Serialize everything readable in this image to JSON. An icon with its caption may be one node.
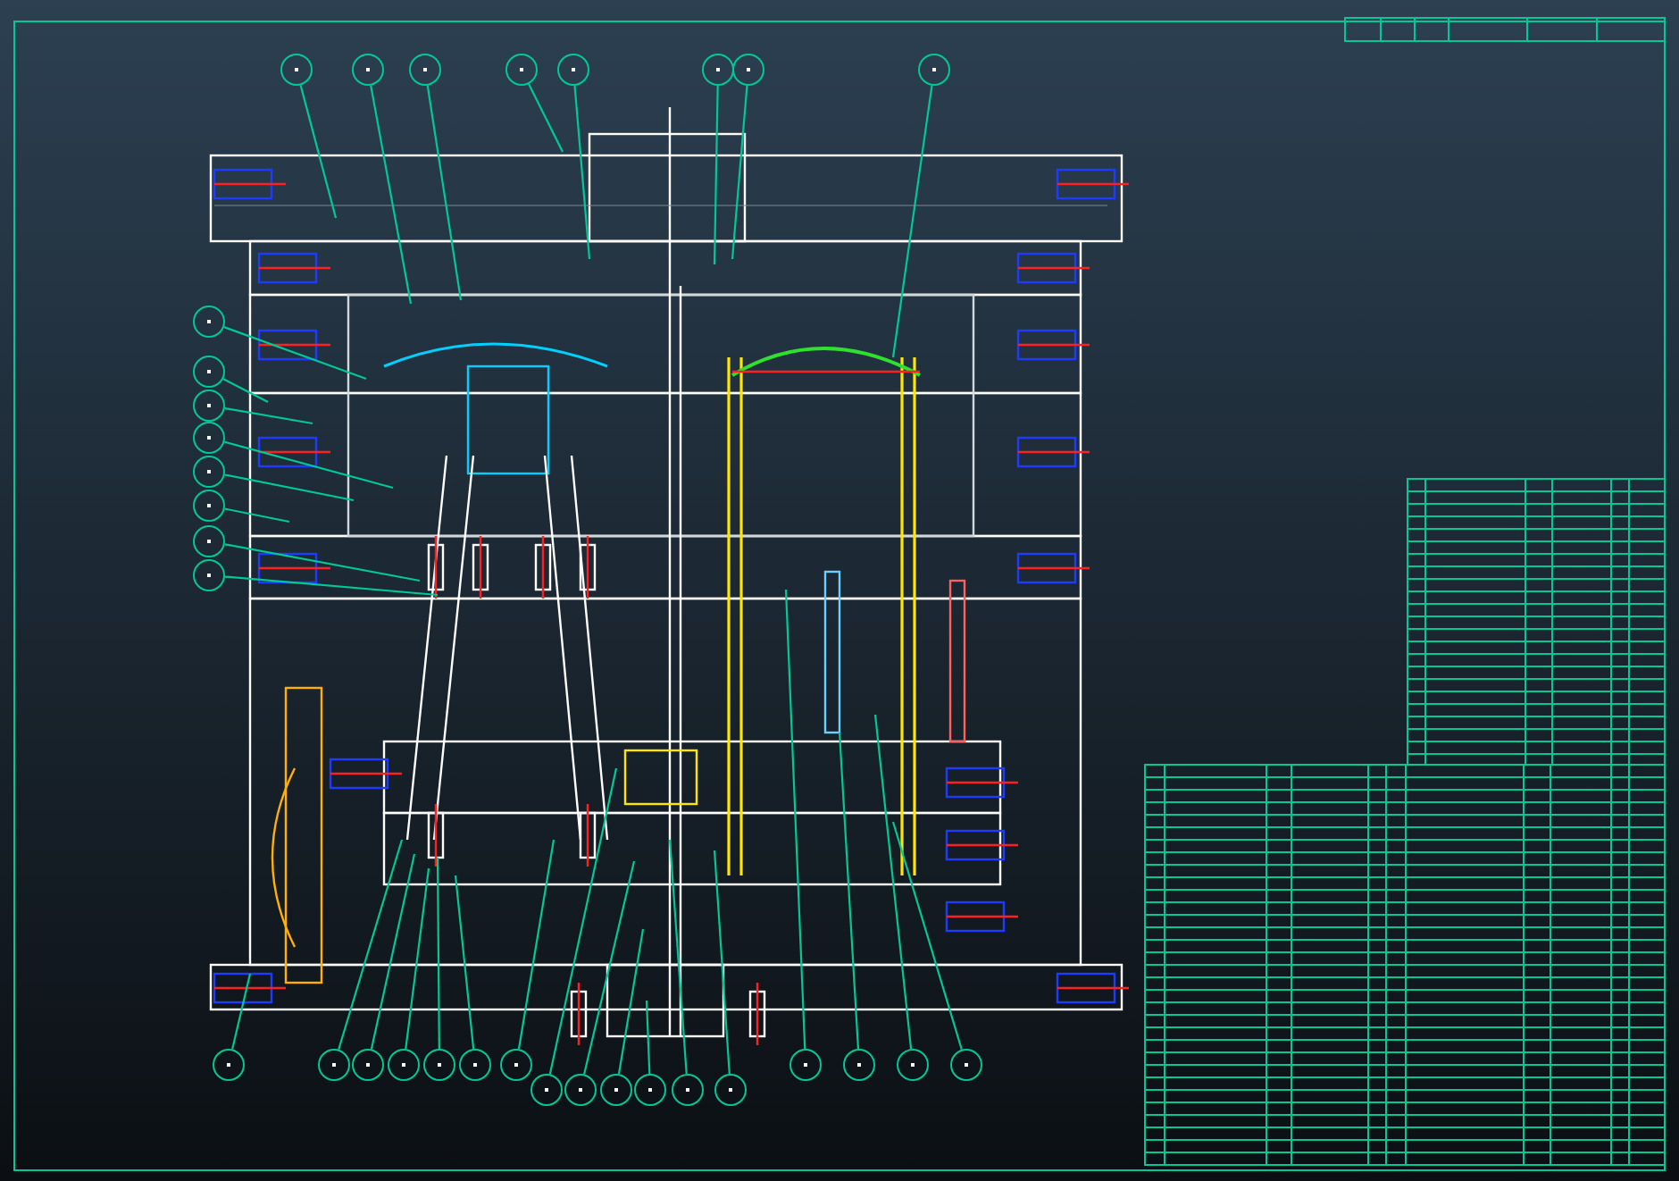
{
  "diagram": {
    "nodes": [
      {
        "text": [],
        "shape": "circle"
      },
      {
        "text": [],
        "shape": "circle"
      },
      {
        "text": [],
        "shape": "circle"
      },
      {
        "text": [],
        "shape": "circle"
      },
      {
        "text": [],
        "shape": "circle"
      },
      {
        "text": [],
        "shape": "circle"
      },
      {
        "text": [],
        "shape": "circle"
      },
      {
        "text": [],
        "shape": "circle"
      },
      {
        "text": [],
        "shape": "circle"
      },
      {
        "text": [],
        "shape": "circle"
      },
      {
        "text": [],
        "shape": "circle"
      },
      {
        "text": [],
        "shape": "circle"
      },
      {
        "text": [],
        "shape": "circle"
      },
      {
        "text": [],
        "shape": "circle"
      },
      {
        "text": [],
        "shape": "circle"
      },
      {
        "text": [],
        "shape": "circle"
      },
      {
        "text": [],
        "shape": "circle"
      },
      {
        "text": [],
        "shape": "circle"
      },
      {
        "text": [],
        "shape": "circle"
      },
      {
        "text": [],
        "shape": "circle"
      },
      {
        "text": [],
        "shape": "circle"
      },
      {
        "text": [],
        "shape": "circle"
      },
      {
        "text": [],
        "shape": "circle"
      },
      {
        "text": [],
        "shape": "circle"
      },
      {
        "text": [],
        "shape": "circle"
      },
      {
        "text": [],
        "shape": "circle"
      },
      {
        "text": [],
        "shape": "circle"
      },
      {
        "text": [],
        "shape": "circle"
      },
      {
        "text": [],
        "shape": "circle"
      },
      {
        "text": [],
        "shape": "circle"
      },
      {
        "text": [],
        "shape": "circle"
      },
      {
        "text": [],
        "shape": "circle"
      },
      {
        "text": [],
        "shape": "circle"
      }
    ],
    "edges": [
      {
        "from": 0,
        "to": null,
        "arrow": "none"
      },
      {
        "from": 1,
        "to": null,
        "arrow": "none"
      },
      {
        "from": 2,
        "to": null,
        "arrow": "none"
      },
      {
        "from": 3,
        "to": null,
        "arrow": "none"
      },
      {
        "from": 4,
        "to": null,
        "arrow": "none"
      },
      {
        "from": 5,
        "to": null,
        "arrow": "none"
      },
      {
        "from": 6,
        "to": null,
        "arrow": "none"
      },
      {
        "from": 7,
        "to": null,
        "arrow": "none"
      },
      {
        "from": 8,
        "to": null,
        "arrow": "none"
      },
      {
        "from": 9,
        "to": null,
        "arrow": "none"
      },
      {
        "from": 10,
        "to": null,
        "arrow": "none"
      },
      {
        "from": 11,
        "to": null,
        "arrow": "none"
      },
      {
        "from": 12,
        "to": null,
        "arrow": "none"
      },
      {
        "from": 13,
        "to": null,
        "arrow": "none"
      },
      {
        "from": 14,
        "to": null,
        "arrow": "none"
      },
      {
        "from": 15,
        "to": null,
        "arrow": "none"
      },
      {
        "from": 16,
        "to": null,
        "arrow": "none"
      },
      {
        "from": 17,
        "to": null,
        "arrow": "none"
      },
      {
        "from": 18,
        "to": null,
        "arrow": "none"
      },
      {
        "from": 19,
        "to": null,
        "arrow": "none"
      },
      {
        "from": 20,
        "to": null,
        "arrow": "none"
      },
      {
        "from": 21,
        "to": null,
        "arrow": "none"
      },
      {
        "from": 22,
        "to": null,
        "arrow": "none"
      },
      {
        "from": 23,
        "to": null,
        "arrow": "none"
      },
      {
        "from": 24,
        "to": null,
        "arrow": "none"
      },
      {
        "from": 25,
        "to": null,
        "arrow": "none"
      },
      {
        "from": 26,
        "to": null,
        "arrow": "none"
      },
      {
        "from": 27,
        "to": null,
        "arrow": "none"
      },
      {
        "from": 28,
        "to": null,
        "arrow": "none"
      },
      {
        "from": 29,
        "to": null,
        "arrow": "none"
      },
      {
        "from": 30,
        "to": null,
        "arrow": "none"
      },
      {
        "from": 31,
        "to": null,
        "arrow": "none"
      },
      {
        "from": 32,
        "to": null,
        "arrow": "none"
      }
    ]
  }
}
